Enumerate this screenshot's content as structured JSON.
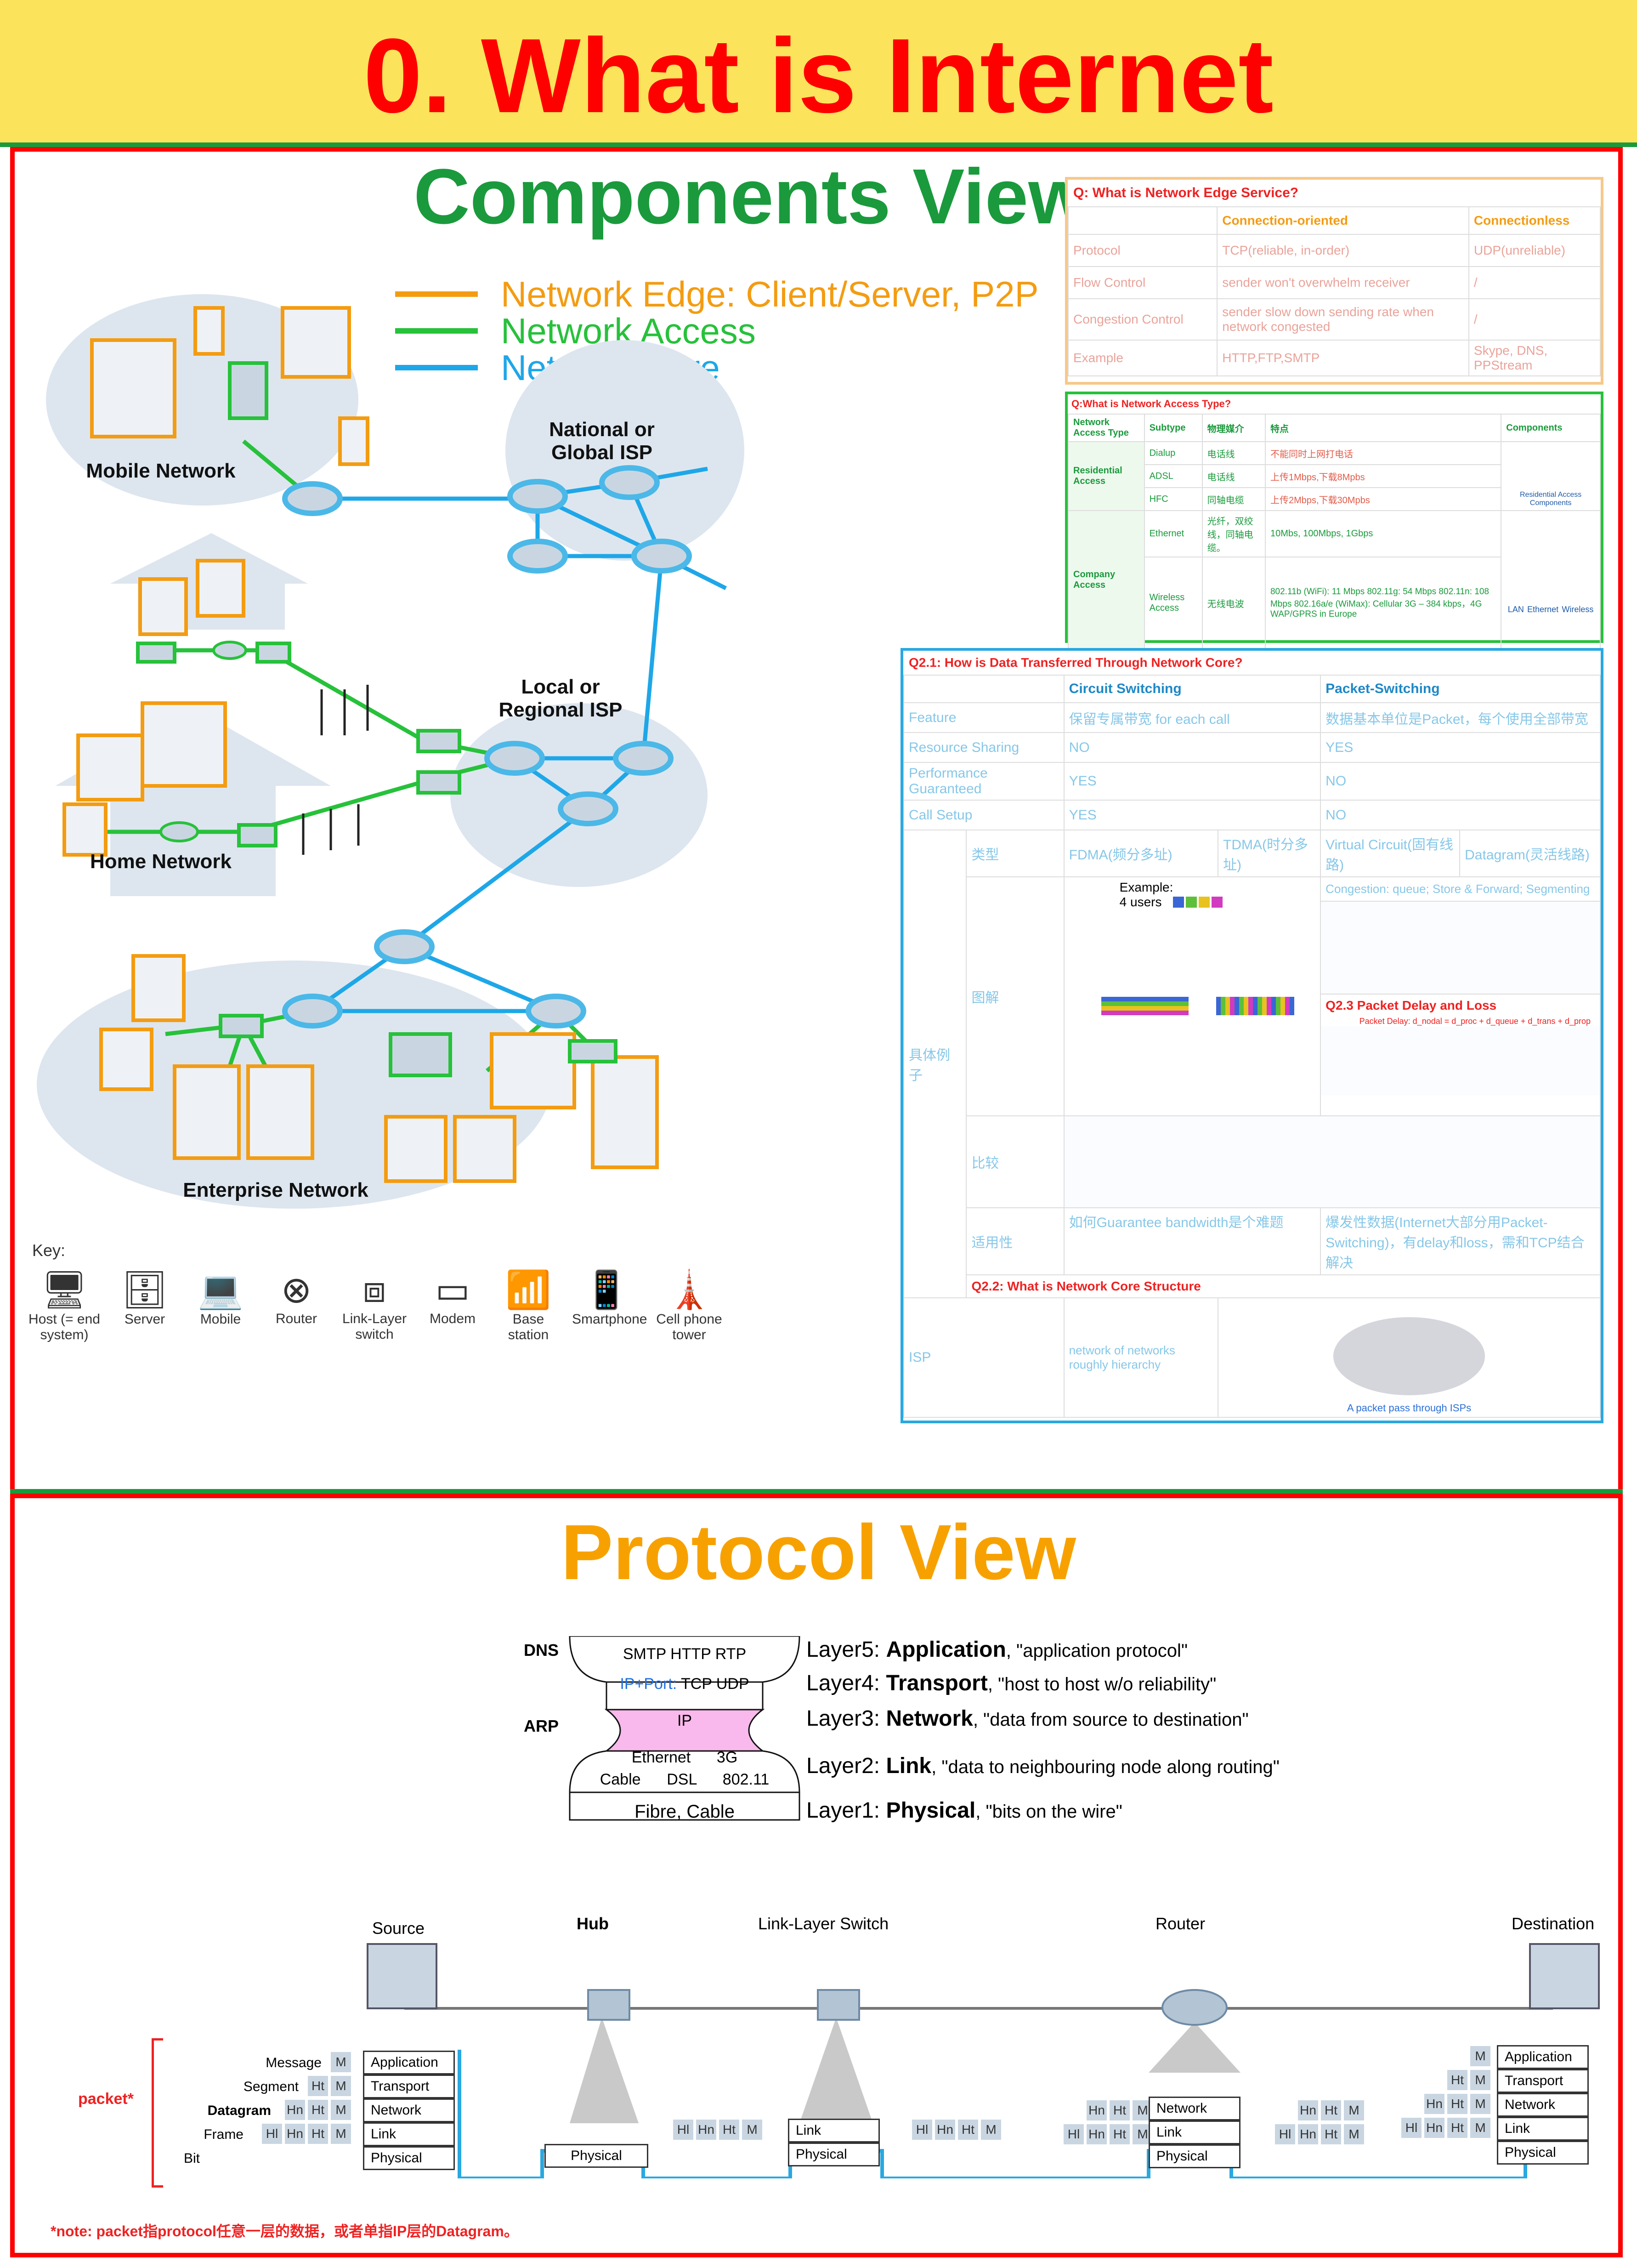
{
  "title": "0. What is Internet",
  "components": {
    "heading": "Components View",
    "legend": [
      {
        "label": "Network Edge: Client/Server, P2P",
        "color": "#f39c12"
      },
      {
        "label": "Network Access",
        "color": "#27c13b"
      },
      {
        "label": "Network Core",
        "color": "#1ea7e8"
      }
    ],
    "labels": {
      "mobile": "Mobile Network",
      "national": "National or Global ISP",
      "local": "Local or Regional ISP",
      "home": "Home Network",
      "enterprise": "Enterprise Network"
    },
    "key_title": "Key:",
    "key": [
      "Host (= end system)",
      "Server",
      "Mobile",
      "Router",
      "Link-Layer switch",
      "Modem",
      "Base station",
      "Smartphone",
      "Cell phone tower"
    ]
  },
  "edge_table": {
    "title": "Q: What is Network Edge Service?",
    "headers": [
      "",
      "Connection-oriented",
      "Connectionless"
    ],
    "rows": [
      [
        "Protocol",
        "TCP(reliable, in-order)",
        "UDP(unreliable)"
      ],
      [
        "Flow Control",
        "sender won't overwhelm receiver",
        "/"
      ],
      [
        "Congestion Control",
        "sender slow down sending rate when network congested",
        "/"
      ],
      [
        "Example",
        "HTTP,FTP,SMTP",
        "Skype, DNS, PPStream"
      ]
    ]
  },
  "access_table": {
    "title": "Q:What is Network Access Type?",
    "headers": [
      "Network Access Type",
      "Subtype",
      "物理媒介",
      "特点",
      "Components"
    ],
    "residential": "Residential Access",
    "company": "Company Access",
    "rows": [
      [
        "Dialup",
        "电话线",
        "不能同时上网打电话"
      ],
      [
        "ADSL",
        "电话线",
        "上传1Mbps,下载8Mpbs"
      ],
      [
        "HFC",
        "同轴电缆",
        "上传2Mbps,下载30Mpbs"
      ],
      [
        "Ethernet",
        "光纤，双绞线，同轴电缆。",
        "10Mbs, 100Mbps, 1Gbps"
      ],
      [
        "Wireless Access",
        "无线电波",
        "802.11b (WiFi): 11 Mbps 802.11g: 54 Mbps 802.11n: 108 Mbps 802.16a/e (WiMax): Cellular 3G – 384 kbps，4G WAP/GPRS in Europe"
      ]
    ],
    "component_caption": "Residential Access Components",
    "component_labels": [
      "LAN",
      "Ethernet",
      "Wireless"
    ]
  },
  "core_table": {
    "title": "Q2.1: How is Data Transferred Through Network Core?",
    "headers": [
      "",
      "Circuit Switching",
      "Packet-Switching"
    ],
    "rows": [
      [
        "Feature",
        "保留专属带宽 for each call",
        "数据基本单位是Packet，每个使用全部带宽"
      ],
      [
        "Resource Sharing",
        "NO",
        "YES"
      ],
      [
        "Performance Guaranteed",
        "YES",
        "NO"
      ],
      [
        "Call Setup",
        "YES",
        "NO"
      ]
    ],
    "example_label": "具体例子",
    "type_label": "类型",
    "types": [
      "FDMA(频分多址)",
      "TDMA(时分多址)",
      "Virtual Circuit(固有线路)",
      "Datagram(灵活线路)"
    ],
    "diagram_label": "图解",
    "example_text": "Example:",
    "users_text": "4 users",
    "congestion": "Congestion: queue; Store & Forward; Segmenting",
    "delay_title": "Q2.3 Packet Delay and Loss",
    "delay_formula": "Packet Delay: d_nodal = d_proc + d_queue + d_trans + d_prop",
    "compare_label": "比较",
    "fit_label": "适用性",
    "fit_circuit": "如何Guarantee bandwidth是个难题",
    "fit_packet": "爆发性数据(Internet大部分用Packet-Switching)，有delay和loss，需和TCP结合解决",
    "structure_title": "Q2.2: What is Network Core Structure",
    "isp": "ISP",
    "isp_desc": "network of networks roughly hierarchy",
    "isp_caption": "A packet pass through ISPs"
  },
  "protocol": {
    "heading": "Protocol View",
    "dns": "DNS",
    "arp": "ARP",
    "top_protocols": "SMTP   HTTP   RTP",
    "transport_protocols_ip": "IP+Port:",
    "transport_protocols": "TCP UDP",
    "ip": "IP",
    "link_protocols_1": "Ethernet      3G",
    "link_protocols_2": "Cable      DSL      802.11",
    "physical": "Fibre, Cable",
    "layers": [
      {
        "num": "Layer5: ",
        "name": "Application",
        "desc": ", \"application protocol\""
      },
      {
        "num": "Layer4: ",
        "name": "Transport",
        "desc": ", \"host to host w/o reliability\""
      },
      {
        "num": "Layer3: ",
        "name": "Network",
        "desc": ", \"data from source to destination\""
      },
      {
        "num": "Layer2: ",
        "name": "Link",
        "desc": ", \"data to neighbouring node along routing\""
      },
      {
        "num": "Layer1: ",
        "name": "Physical",
        "desc": ", \"bits on the wire\""
      }
    ]
  },
  "encap": {
    "nodes": [
      "Source",
      "Hub",
      "Link-Layer Switch",
      "Router",
      "Destination"
    ],
    "units": [
      "Message",
      "Segment",
      "Datagram",
      "Frame",
      "Bit"
    ],
    "stack": [
      "Application",
      "Transport",
      "Network",
      "Link",
      "Physical"
    ],
    "packet_label": "packet*",
    "note": "*note: packet指protocol任意一层的数据，或者单指IP层的Datagram。",
    "hdr_m": "M",
    "hdr_ht": "Ht",
    "hdr_hn": "Hn",
    "hdr_hl": "Hl"
  }
}
